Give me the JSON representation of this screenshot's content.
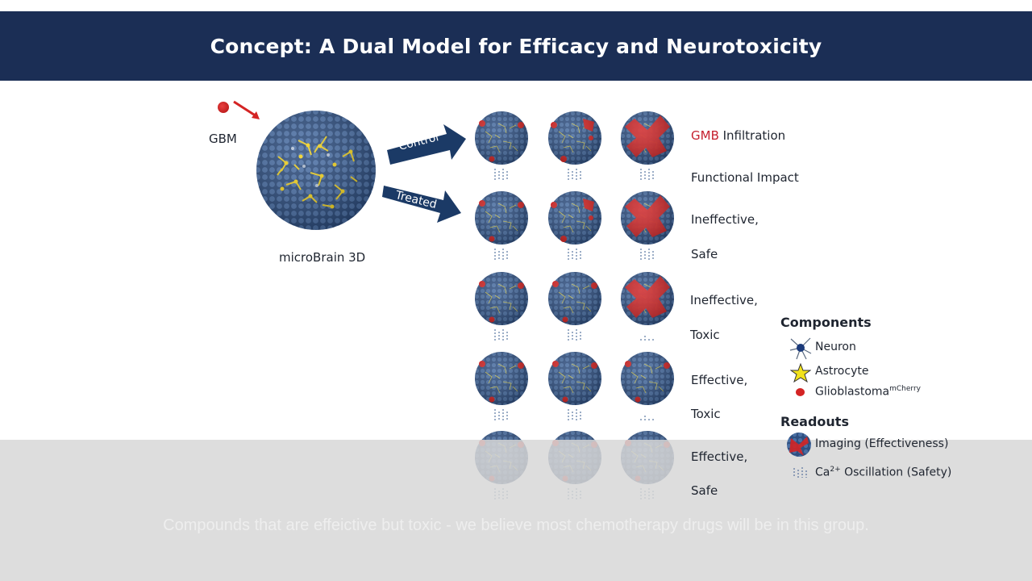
{
  "slide": {
    "title": "Concept: A Dual Model for Efficacy and Neurotoxicity"
  },
  "left": {
    "gbm_label": "GBM",
    "model_label": "microBrain 3D",
    "arrow_control": "Control",
    "arrow_treated": "Treated"
  },
  "rows": {
    "row1": {
      "prefix": "GMB",
      "suffix": " Infiltration",
      "sub": "Functional Impact"
    },
    "row2": {
      "line1": "Ineffective,",
      "line2": "Safe"
    },
    "row3": {
      "line1": "Ineffective,",
      "line2": "Toxic"
    },
    "row4": {
      "line1": "Effective,",
      "line2": "Toxic"
    },
    "row5": {
      "line1": "Effective,",
      "line2": "Safe"
    }
  },
  "legend": {
    "components_title": "Components",
    "neuron": "Neuron",
    "astrocyte": "Astrocyte",
    "glioblastoma": "Glioblastoma",
    "glioblastoma_sup": "mCherry",
    "readouts_title": "Readouts",
    "imaging": "Imaging (Effectiveness)",
    "ca_prefix": "Ca",
    "ca_sup": "2+",
    "ca_suffix": " Oscillation (Safety)"
  },
  "caption": {
    "text": "Compounds that are effeictive but toxic - we believe most chemotherapy drugs will be in this group."
  },
  "colors": {
    "title_bar": "#1b2e55",
    "sphere_blue": "#3a5c8f",
    "astro_yellow": "#f2d21b",
    "tumor_red": "#d42424",
    "accent_red": "#c5202e"
  }
}
